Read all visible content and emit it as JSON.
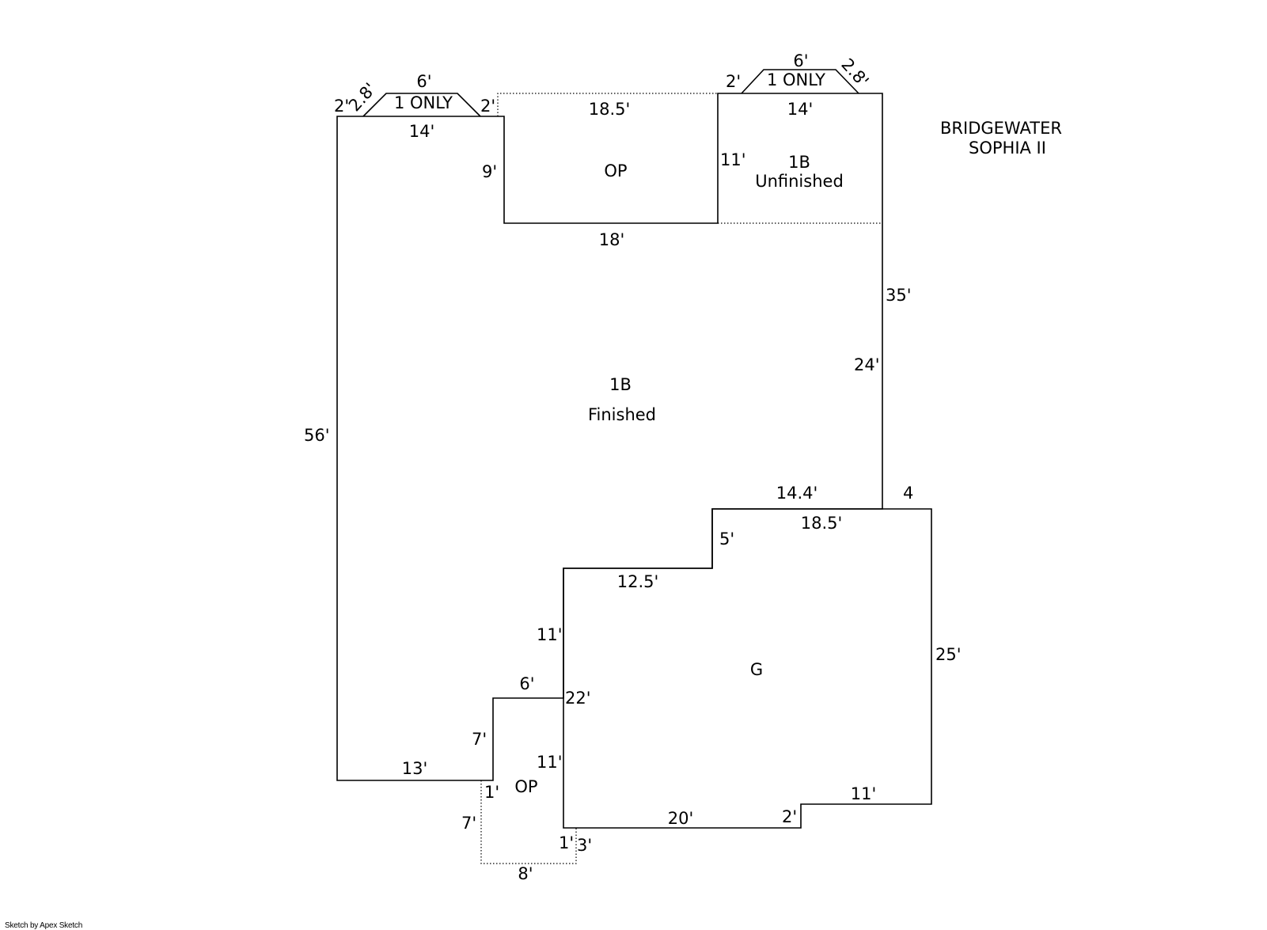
{
  "header": {
    "line1": "BRIDGEWATER",
    "line2": "SOPHIA II"
  },
  "areas": {
    "main_code": "1B",
    "main_name": "Finished",
    "unfinished_code": "1B",
    "unfinished_name": "Unfinished",
    "porch_top": "OP",
    "porch_bottom": "OP",
    "garage": "G",
    "bay_left": "1 ONLY",
    "bay_right": "1 ONLY"
  },
  "dimensions": {
    "left_bay_angle_left": "2'",
    "left_bay_diag": "2.8'",
    "left_bay_top": "6'",
    "left_bay_angle_right": "2'",
    "left_top": "14'",
    "left_height": "56'",
    "left_notch": "9'",
    "porch_top_width": "18.5'",
    "porch_bottom_width": "18'",
    "unf_left": "11'",
    "right_bay_angle_left": "2'",
    "right_bay_top": "6'",
    "right_bay_diag": "2.8'",
    "unf_top": "14'",
    "right_35": "35'",
    "right_24": "24'",
    "step_14_4": "14.4'",
    "step_4": "4",
    "garage_top": "18.5'",
    "step_5": "5'",
    "step_12_5": "12.5'",
    "garage_left_upper": "11'",
    "garage_left_total": "22'",
    "notch_6": "6'",
    "notch_7": "7'",
    "bottom_13": "13'",
    "garage_left_lower": "11'",
    "garage_right": "25'",
    "garage_bottom_right": "11'",
    "garage_step_2": "2'",
    "garage_bottom": "20'",
    "op_1_top": "1'",
    "op_7": "7'",
    "op_1_bottom": "1'",
    "op_3": "3'",
    "op_8": "8'"
  },
  "footer": {
    "credit": "Sketch by Apex Sketch"
  }
}
